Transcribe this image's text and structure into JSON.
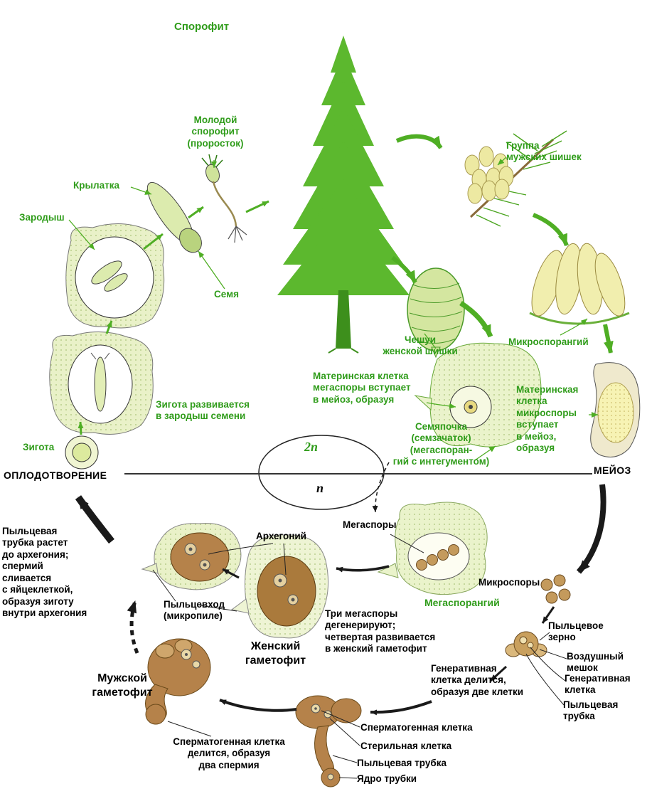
{
  "colors": {
    "green_text": "#2f9c1a",
    "arrow_green": "#4fae24",
    "tree_green": "#5cb82e",
    "tissue_light_green": "#e9f1c8",
    "cone_yellow": "#f1eeae",
    "structure_brown": "#b5824a",
    "text_black": "#000000"
  },
  "labels": {
    "sporophyte": "Спорофит",
    "young_sporophyte": "Молодой\nспорофит\n(проросток)",
    "samara": "Крылатка",
    "embryo": "Зародыш",
    "seed": "Семя",
    "male_cones": "Группа\nмужских шишек",
    "female_scales": "Чешуи\nженской шишки",
    "microsporangium": "Микроспорангий",
    "megaspore_mother": "Материнская клетка\nмегаспоры вступает\nв мейоз, образуя",
    "ovule": "Семяпочка\n(семзачаток)\n(мегаспоран-\nгий с интегументом)",
    "microspore_mother": "Материнская\nклетка\nмикроспоры\nвступает\nв мейоз,\nобразуя",
    "zygote_develops": "Зигота развивается\nв зародыш семени",
    "zygote": "Зигота",
    "fertilization": "ОПЛОДОТВОРЕНИЕ",
    "meiosis": "МЕЙОЗ",
    "diploid": "2n",
    "haploid": "n",
    "megaspores": "Мегаспоры",
    "microspores": "Микроспоры",
    "megasporangium": "Мегаспорангий",
    "archegonium": "Архегоний",
    "micropyle": "Пыльцевход\n(микропиле)",
    "female_gametophyte": "Женский\nгаметофит",
    "megaspores_degenerate": "Три мегаспоры\nдегенерируют;\nчетвертая развивается\nв женский гаметофит",
    "pollen_tube_grows": "Пыльцевая\nтрубка растет\nдо архегония;\nспермий\nсливается\nс яйцеклеткой,\nобразуя зиготу\nвнутри архегония",
    "pollen_grain": "Пыльцевое\nзерно",
    "air_sac": "Воздушный\nмешок",
    "generative_cell": "Генеративная\nклетка",
    "pollen_tube_right": "Пыльцевая\nтрубка",
    "generative_divides": "Генеративная\nклетка делится,\nобразуя две клетки",
    "male_gametophyte": "Мужской\nгаметофит",
    "spermatogenic_cell": "Сперматогенная клетка",
    "sterile_cell": "Стерильная клетка",
    "pollen_tube_bottom": "Пыльцевая трубка",
    "tube_nucleus": "Ядро трубки",
    "spermatogenic_divides": "Сперматогенная клетка\nделится, образуя\nдва спермия"
  }
}
